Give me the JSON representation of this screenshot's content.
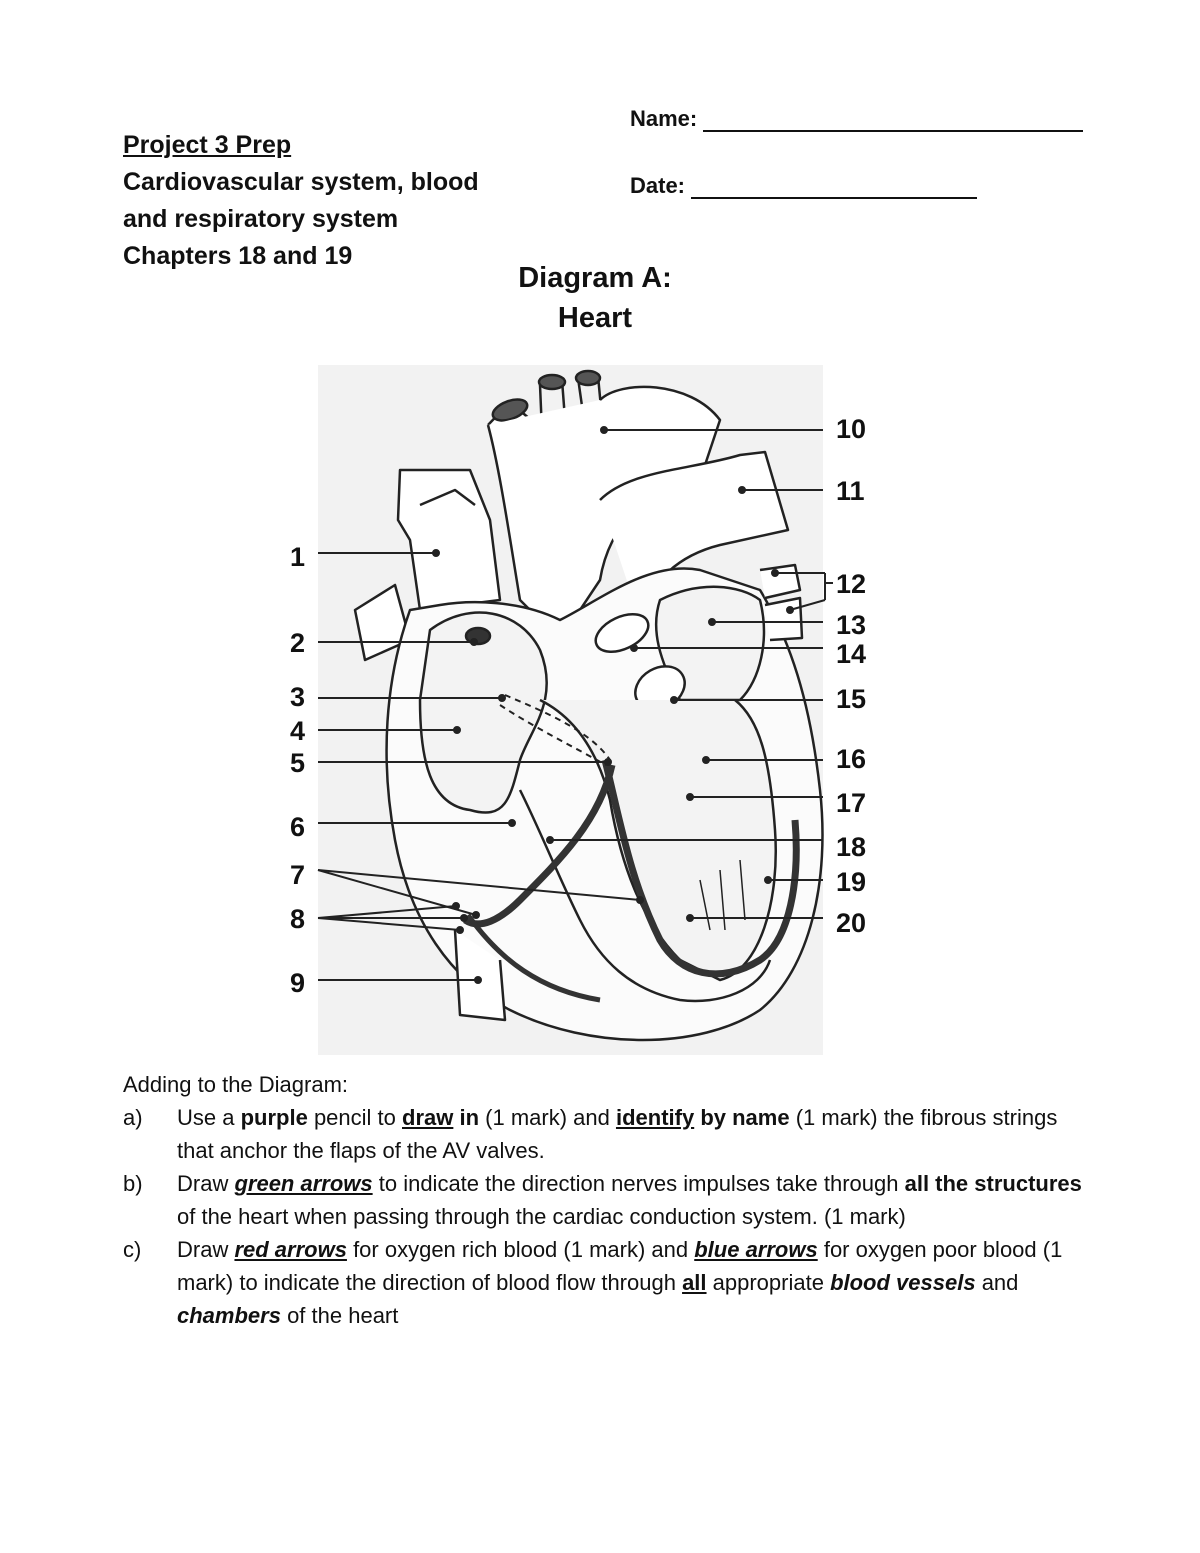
{
  "header": {
    "title": "Project 3 Prep",
    "subtitle_line1": "Cardiovascular system, blood",
    "subtitle_line2": "and respiratory system",
    "chapters": "Chapters 18 and 19"
  },
  "fields": {
    "name_label": "Name:",
    "date_label": "Date:"
  },
  "diagram": {
    "title_line1": "Diagram A:",
    "title_line2": "Heart",
    "labels_left": [
      "1",
      "2",
      "3",
      "4",
      "5",
      "6",
      "7",
      "8",
      "9"
    ],
    "labels_right": [
      "10",
      "11",
      "12",
      "13",
      "14",
      "15",
      "16",
      "17",
      "18",
      "19",
      "20"
    ]
  },
  "instructions": {
    "heading": "Adding to the Diagram:",
    "a": {
      "marker": "a)",
      "t1": "Use a ",
      "purple": "purple",
      "t2": " pencil to ",
      "draw": "draw",
      "in": " in",
      "t3": " (1 mark) and ",
      "identify": "identify",
      "byname": " by name",
      "t4": " (1 mark) the fibrous strings that anchor the flaps of the AV valves."
    },
    "b": {
      "marker": "b)",
      "t1": "Draw ",
      "green": "green arrows",
      "t2": " to indicate the direction nerves impulses take through ",
      "all": "all the structures",
      "t3": " of the heart when passing through the cardiac conduction system. (1 mark)"
    },
    "c": {
      "marker": "c)",
      "t1": "Draw ",
      "red": "red arrows",
      "t2": " for oxygen rich blood (1 mark) and ",
      "blue": "blue arrows",
      "t3": " for oxygen poor blood (1 mark) to indicate the direction of blood flow through ",
      "all": "all",
      "t4": " appropriate ",
      "vessels": "blood vessels",
      "t5": " and ",
      "chambers": "chambers",
      "t6": " of the heart"
    }
  }
}
